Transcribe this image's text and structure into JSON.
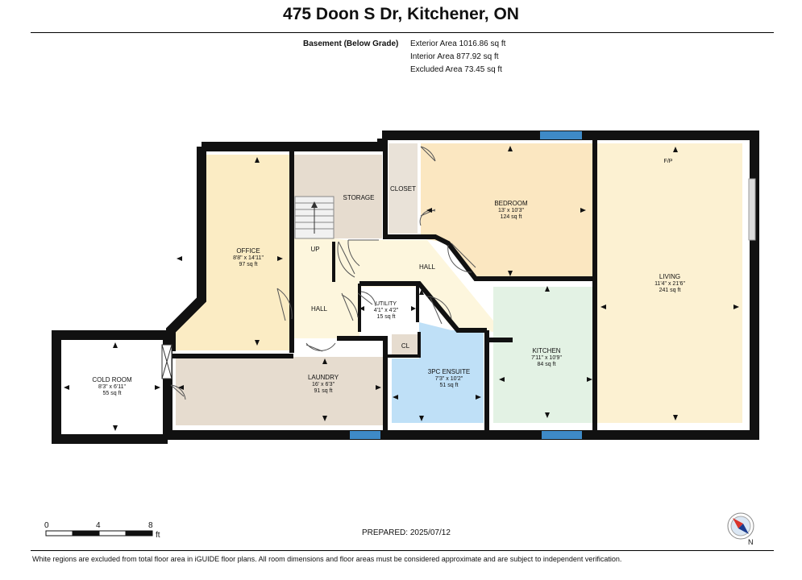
{
  "title": "475 Doon S Dr, Kitchener, ON",
  "level": "Basement (Below Grade)",
  "areas": {
    "exterior": "Exterior Area 1016.86 sq ft",
    "interior": "Interior Area 877.92 sq ft",
    "excluded": "Excluded Area 73.45 sq ft"
  },
  "rooms": {
    "office": {
      "name": "OFFICE",
      "dims": "8'8\" x 14'11\"",
      "area": "97 sq ft"
    },
    "storage": {
      "name": "STORAGE"
    },
    "closet": {
      "name": "CLOSET"
    },
    "bedroom": {
      "name": "BEDROOM",
      "dims": "13' x 10'3\"",
      "area": "124 sq ft"
    },
    "fp": {
      "name": "F/P"
    },
    "living": {
      "name": "LIVING",
      "dims": "11'4\" x 21'6\"",
      "area": "241 sq ft"
    },
    "up": {
      "name": "UP"
    },
    "hall_upper": {
      "name": "HALL"
    },
    "hall_lower": {
      "name": "HALL"
    },
    "utility": {
      "name": "UTILITY",
      "dims": "4'1\" x 4'2\"",
      "area": "15 sq ft"
    },
    "kitchen": {
      "name": "KITCHEN",
      "dims": "7'11\" x 10'9\"",
      "area": "84 sq ft"
    },
    "cl": {
      "name": "CL"
    },
    "ensuite": {
      "name": "3PC ENSUITE",
      "dims": "7'3\" x 10'2\"",
      "area": "51 sq ft"
    },
    "cold": {
      "name": "COLD ROOM",
      "dims": "8'3\" x 6'11\"",
      "area": "55 sq ft"
    },
    "laundry": {
      "name": "LAUNDRY",
      "dims": "16' x 6'3\"",
      "area": "91 sq ft"
    }
  },
  "scale_bar": {
    "ticks": [
      "0",
      "4",
      "8"
    ],
    "unit": "ft"
  },
  "compass": {
    "label": "N"
  },
  "prepared": "PREPARED: 2025/07/12",
  "disclaimer": "White regions are excluded from total floor area in iGUIDE floor plans. All room dimensions and floor areas must be considered approximate and are subject to independent verification.",
  "colors": {
    "wall": "#111111",
    "office": "#fbecc4",
    "storage": "#e6dccf",
    "laundry": "#e6dccf",
    "bedroom": "#fbe7c1",
    "living": "#fcf1d2",
    "hall": "#fdf6dd",
    "kitchen": "#e3f2e4",
    "ensuite": "#bfe0f7",
    "window": "#3e8ac7"
  }
}
